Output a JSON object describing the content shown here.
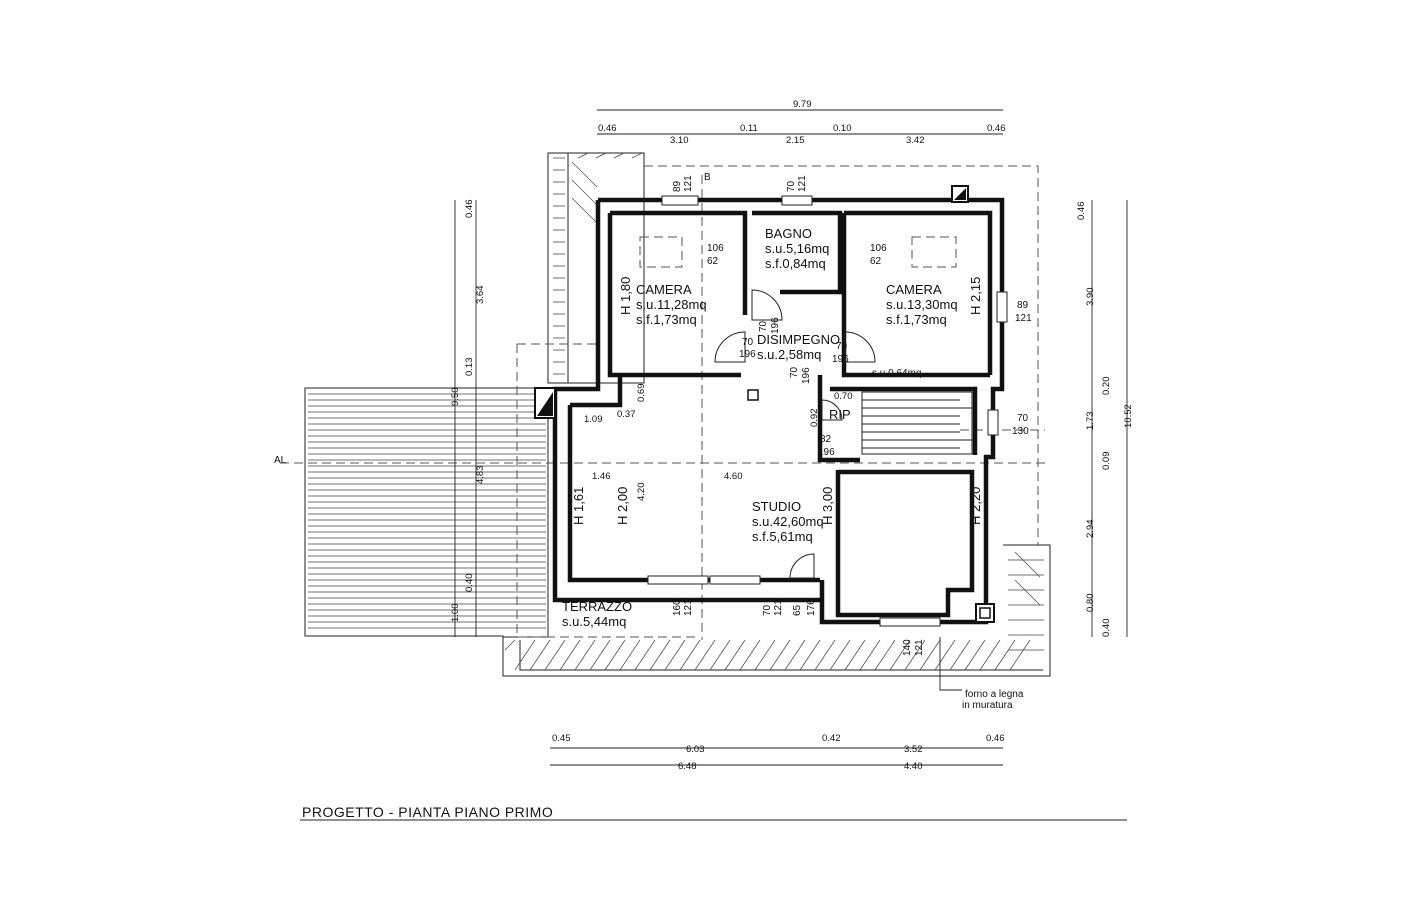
{
  "title": "PROGETTO - PIANTA PIANO PRIMO",
  "rooms": {
    "camera_left": {
      "name": "CAMERA",
      "su": "s.u.11,28mq",
      "sf": "s.f.1,73mq",
      "h": "H 1,80"
    },
    "bagno": {
      "name": "BAGNO",
      "su": "s.u.5,16mq",
      "sf": "s.f.0,84mq"
    },
    "camera_right": {
      "name": "CAMERA",
      "su": "s.u.13,30mq",
      "sf": "s.f.1,73mq",
      "h": "H 2,15"
    },
    "disimpegno": {
      "name": "DISIMPEGNO",
      "su": "s.u.2,58mq"
    },
    "rip": {
      "name": "RIP",
      "su": "s.u.0,64mq"
    },
    "studio": {
      "name": "STUDIO",
      "su": "s.u.42,60mq",
      "sf": "s.f.5,61mq"
    },
    "terrazzo": {
      "name": "TERRAZZO",
      "su": "s.u.5,44mq"
    }
  },
  "heights": {
    "h161": "H 1,61",
    "h200": "H 2,00",
    "h300": "H 3,00",
    "h220": "H 2,20"
  },
  "marks": {
    "B": "B",
    "AL": "AL",
    "forno1": "forno a legna",
    "forno2": "in muratura"
  },
  "windows": {
    "w1": [
      "89",
      "121"
    ],
    "w2": [
      "70",
      "121"
    ],
    "w3": [
      "106",
      "62"
    ],
    "w4": [
      "106",
      "62"
    ],
    "w5": [
      "89",
      "121"
    ],
    "w6": [
      "70",
      "130"
    ],
    "w7": [
      "160",
      "121"
    ],
    "w8": [
      "70",
      "121"
    ],
    "w9": [
      "65",
      "176"
    ],
    "w10": [
      "140",
      "121"
    ]
  },
  "doors": {
    "d1": [
      "70",
      "196"
    ],
    "d2": [
      "70",
      "196"
    ],
    "d3": [
      "70",
      "196"
    ],
    "d4": [
      "70",
      "196"
    ],
    "d5": [
      "82",
      "196"
    ]
  },
  "dims": {
    "top_total": "9.79",
    "top": [
      "0.46",
      "3.10",
      "0.11",
      "2.15",
      "0.10",
      "3.42",
      "0.46"
    ],
    "bottom1": [
      "0.45",
      "6.03",
      "0.42",
      "3.52",
      "0.46"
    ],
    "bottom2": [
      "6.48",
      "4.40"
    ],
    "left": [
      "0.46",
      "3.64",
      "0.13",
      "4.83",
      "0.40",
      "1.00"
    ],
    "left_total": "9.50",
    "right": [
      "0.46",
      "3.90",
      "0.20",
      "1.73",
      "0.09",
      "2.94",
      "0.80",
      "0.40"
    ],
    "right_total": "10.52",
    "inner": [
      "1.09",
      "0.37",
      "0.69",
      "1.46",
      "4.60",
      "4.20",
      "0.70",
      "0.92"
    ]
  }
}
